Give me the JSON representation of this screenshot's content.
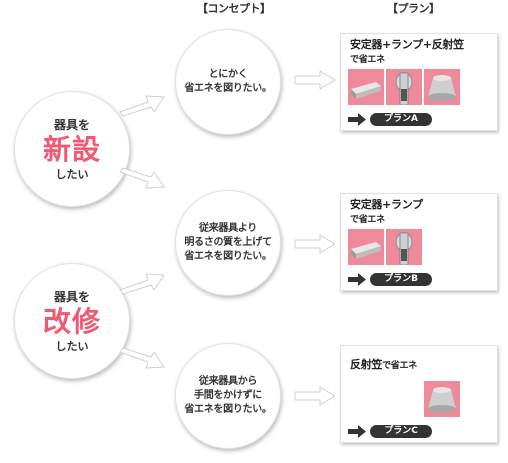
{
  "headers": {
    "concept": "【コンセプト】",
    "plan": "【プラン】"
  },
  "left": [
    {
      "top": "器具を",
      "big": "新設",
      "bottom": "したい"
    },
    {
      "top": "器具を",
      "big": "改修",
      "bottom": "したい"
    }
  ],
  "concepts": [
    "とにかく\n省エネを図りたい。",
    "従来器具より\n明るさの質を上げて\n省エネを図りたい。",
    "従来器具から\n手間をかけずに\n省エネを図りたい。"
  ],
  "plans": [
    {
      "title_line1": "安定器+ランプ+反射笠",
      "title_line2": "で省エネ",
      "button": "プランA"
    },
    {
      "title_line1": "安定器+ランプ",
      "title_line2": "で省エネ",
      "button": "プランB"
    },
    {
      "title_line1": "反射笠",
      "title_line2": "で省エネ",
      "button": "プランC"
    }
  ],
  "colors": {
    "accent": "#f05a72",
    "photo_bg": "#ee8a9a",
    "button_bg": "#333333",
    "arrow": "#ffffff"
  },
  "icons": [
    "ballast-photo",
    "lamp-photo",
    "reflector-photo"
  ]
}
